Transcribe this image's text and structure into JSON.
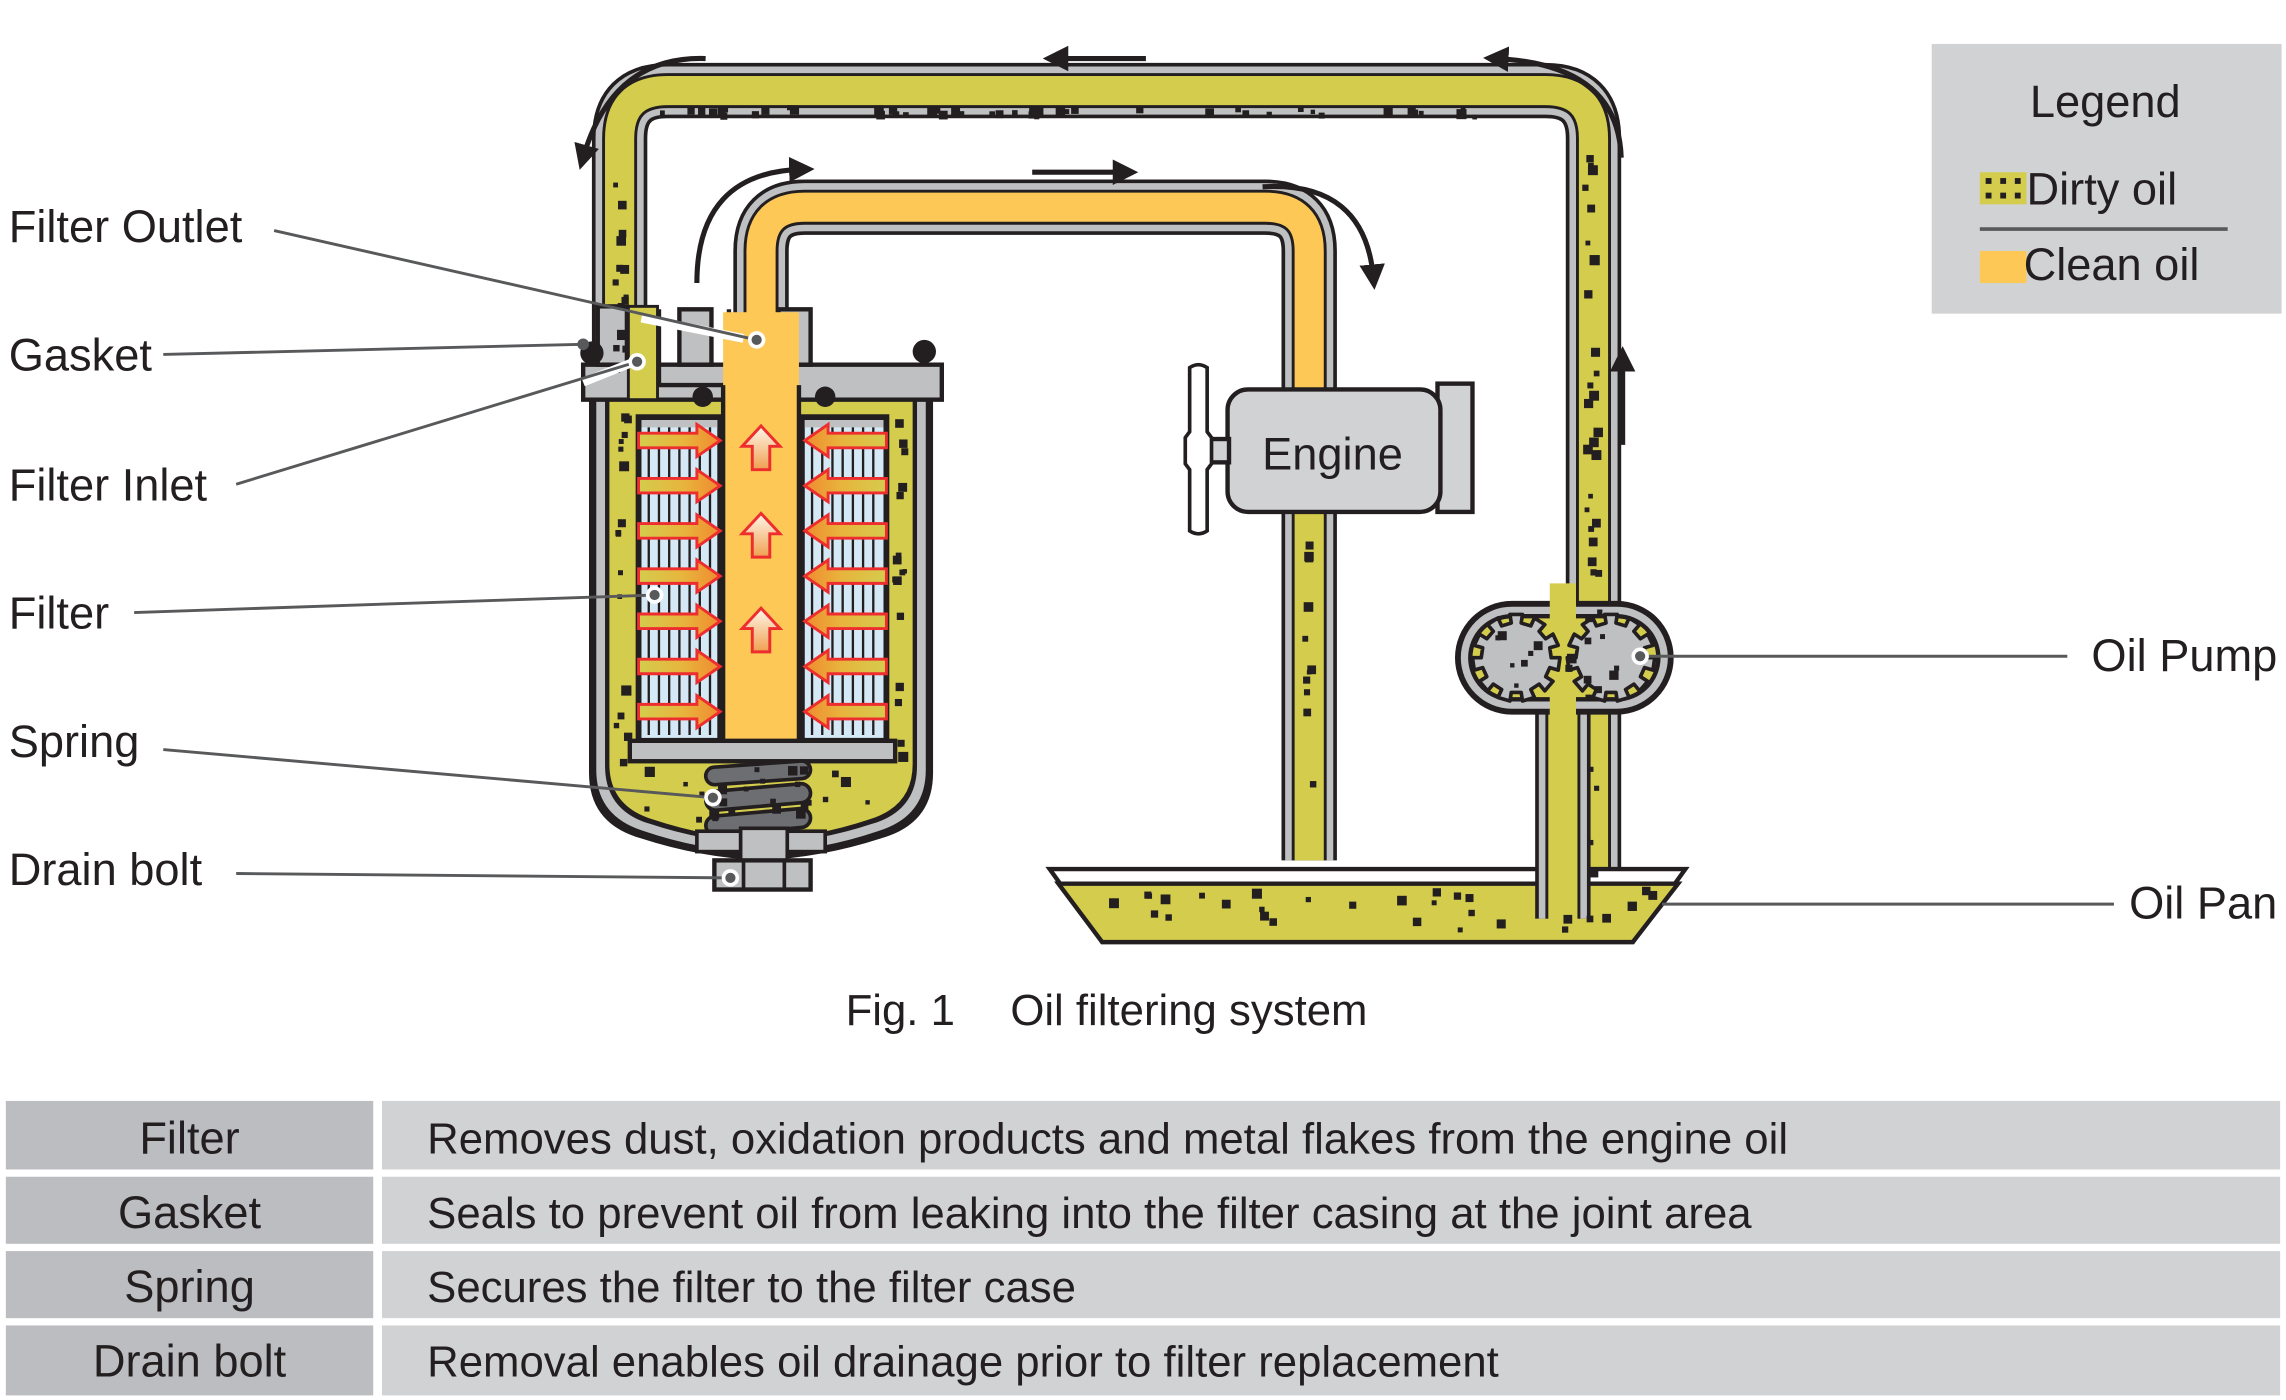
{
  "figure": {
    "caption_number": "Fig. 1",
    "caption_title": "Oil filtering system"
  },
  "legend": {
    "title": "Legend",
    "items": [
      {
        "label": "Dirty oil",
        "swatch": "dirty-oil-swatch",
        "color": "#d4cc4d",
        "pattern": "black-dots"
      },
      {
        "label": "Clean oil",
        "swatch": "clean-oil-swatch",
        "color": "#fdc856",
        "pattern": "solid"
      }
    ]
  },
  "callouts": {
    "left": [
      {
        "id": "filter-outlet",
        "label": "Filter Outlet"
      },
      {
        "id": "gasket",
        "label": "Gasket"
      },
      {
        "id": "filter-inlet",
        "label": "Filter Inlet"
      },
      {
        "id": "filter",
        "label": "Filter"
      },
      {
        "id": "spring",
        "label": "Spring"
      },
      {
        "id": "drain-bolt",
        "label": "Drain bolt"
      }
    ],
    "right": [
      {
        "id": "oil-pump",
        "label": "Oil Pump"
      },
      {
        "id": "oil-pan",
        "label": "Oil Pan"
      }
    ]
  },
  "components": {
    "engine_label": "Engine"
  },
  "colors": {
    "dirty_oil": "#d4cc4d",
    "clean_oil": "#fdc856",
    "pipe_wall": "#bfc0c2",
    "outline": "#231f20",
    "filter_media": "#d4e9f5",
    "flow_arrow_border": "#ed2d2e",
    "legend_bg": "#d1d2d4",
    "table_head_bg": "#bcbdc0",
    "table_desc_bg": "#d1d2d4"
  },
  "table": {
    "rows": [
      {
        "part": "Filter",
        "description": "Removes dust, oxidation products and metal flakes from the engine oil"
      },
      {
        "part": "Gasket",
        "description": "Seals to prevent oil from leaking into the filter casing at the joint area"
      },
      {
        "part": "Spring",
        "description": "Secures the filter to the filter case"
      },
      {
        "part": "Drain bolt",
        "description": "Removal enables oil drainage prior to filter replacement"
      }
    ]
  }
}
